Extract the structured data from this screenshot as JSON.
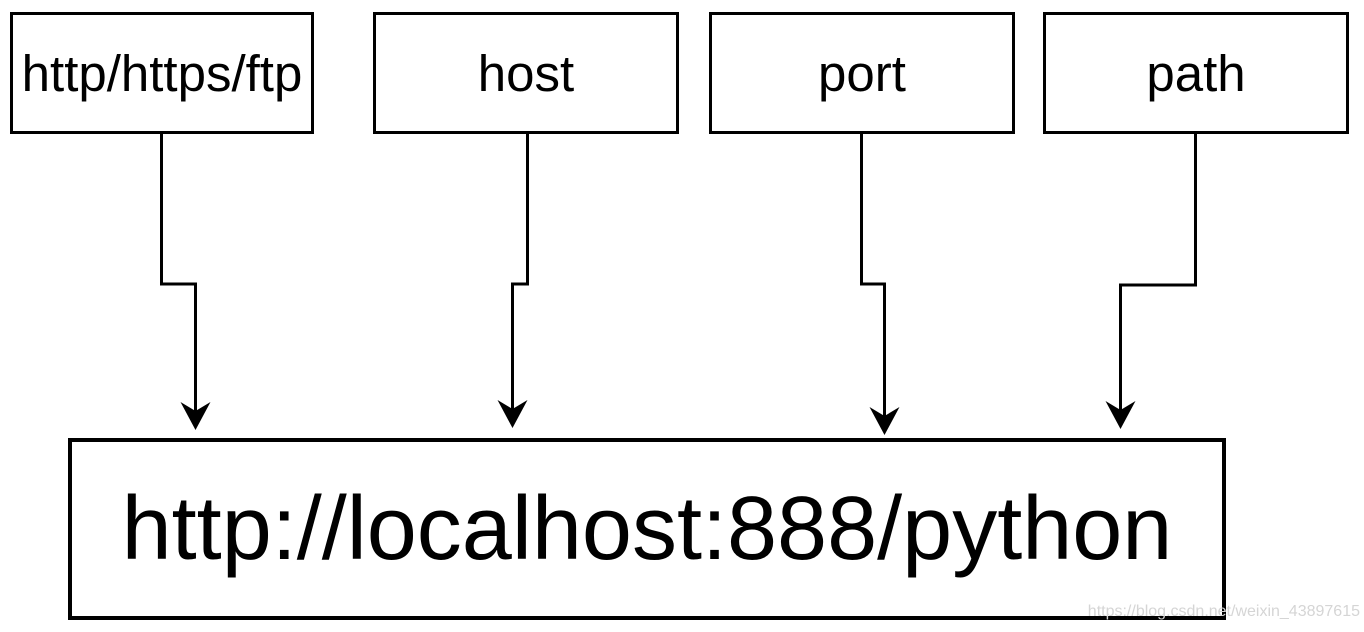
{
  "diagram": {
    "title_meaning": "URL structure",
    "label_boxes": [
      {
        "id": "scheme",
        "label": "http/https/ftp"
      },
      {
        "id": "host",
        "label": "host"
      },
      {
        "id": "port",
        "label": "port"
      },
      {
        "id": "path",
        "label": "path"
      }
    ],
    "url_box": {
      "text": "http://localhost:888/python"
    },
    "watermark": {
      "text": "https://blog.csdn.net/weixin_43897615",
      "color": "#d5d5d5"
    },
    "colors": {
      "background": "#ffffff",
      "line": "#000000",
      "text": "#000000",
      "box_fill": "#ffffff"
    }
  }
}
